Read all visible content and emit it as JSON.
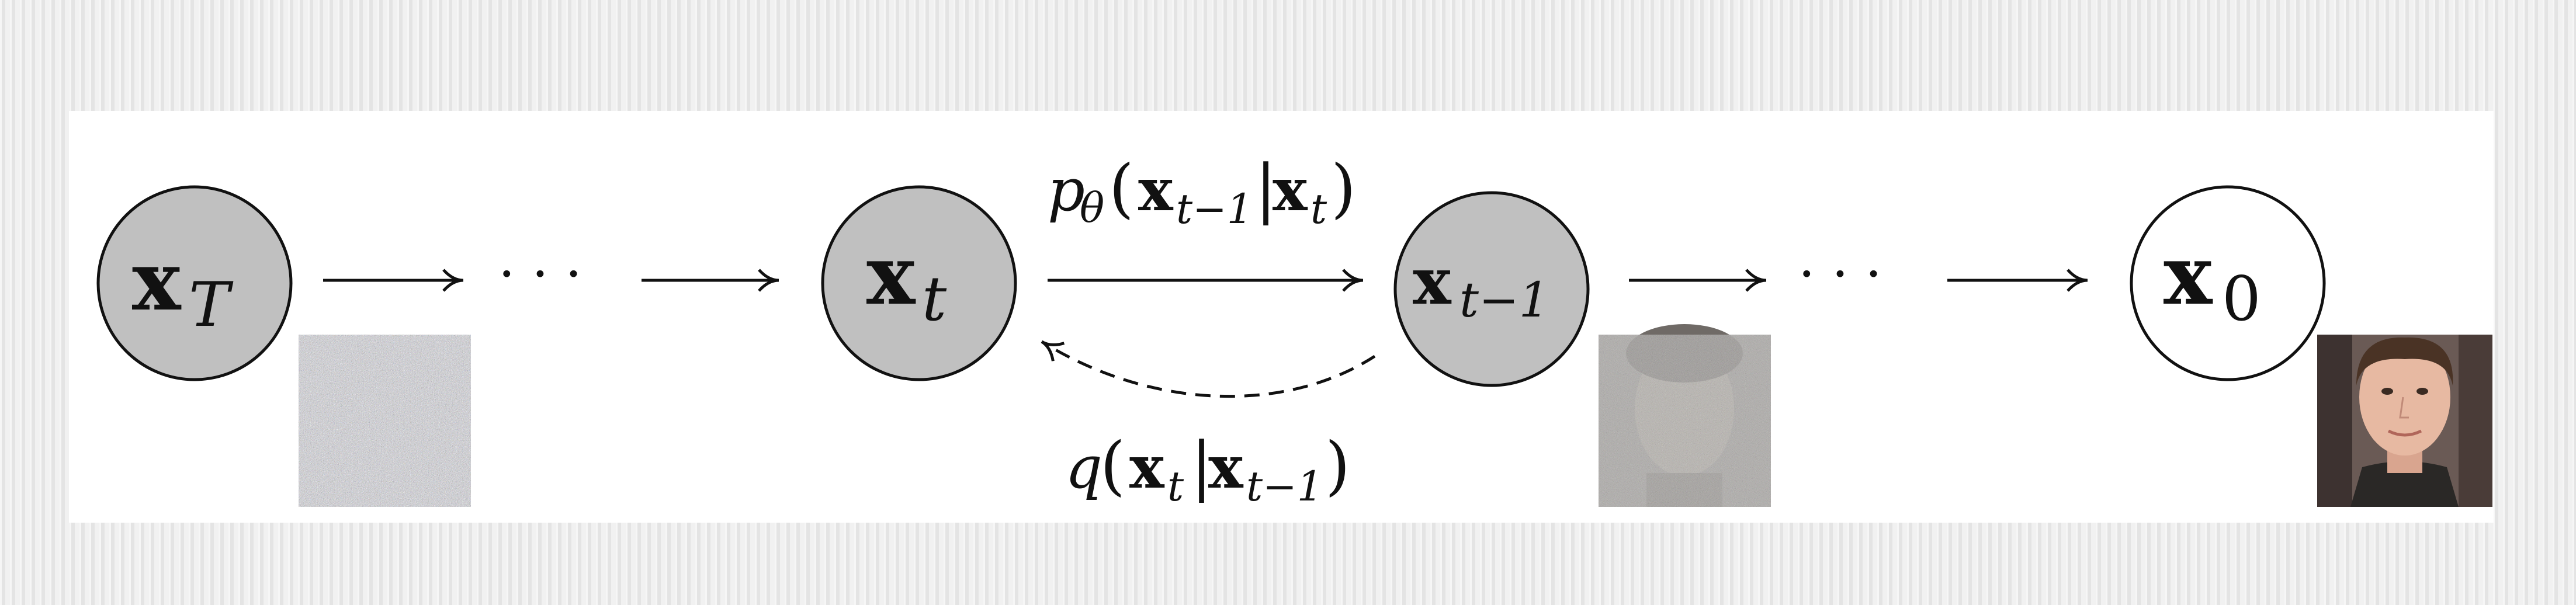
{
  "nodes": {
    "xT": {
      "var": "x",
      "sub": "T",
      "shaded": true
    },
    "xt": {
      "var": "x",
      "sub": "t",
      "shaded": true
    },
    "xt1": {
      "var": "x",
      "sub": "t−1",
      "shaded": true
    },
    "x0": {
      "var": "x",
      "sub": "0",
      "shaded": false
    }
  },
  "ellipsis": "· · ·",
  "reverse_label": {
    "p": "p",
    "theta": "θ",
    "open": "(",
    "x1": "x",
    "x1_sub": "t−1",
    "bar": "|",
    "x2": "x",
    "x2_sub": "t",
    "close": ")"
  },
  "forward_label": {
    "q": "q",
    "open": "(",
    "x1": "x",
    "x1_sub": "t",
    "bar": "|",
    "x2": "x",
    "x2_sub": "t−1",
    "close": ")"
  },
  "images": {
    "noise_full": "pure-noise-image",
    "noise_partial": "noisy-face-image",
    "clean": "face-photo"
  },
  "colors": {
    "shaded_node": "#c0c0c0",
    "stroke": "#111111",
    "panel": "#ffffff"
  }
}
